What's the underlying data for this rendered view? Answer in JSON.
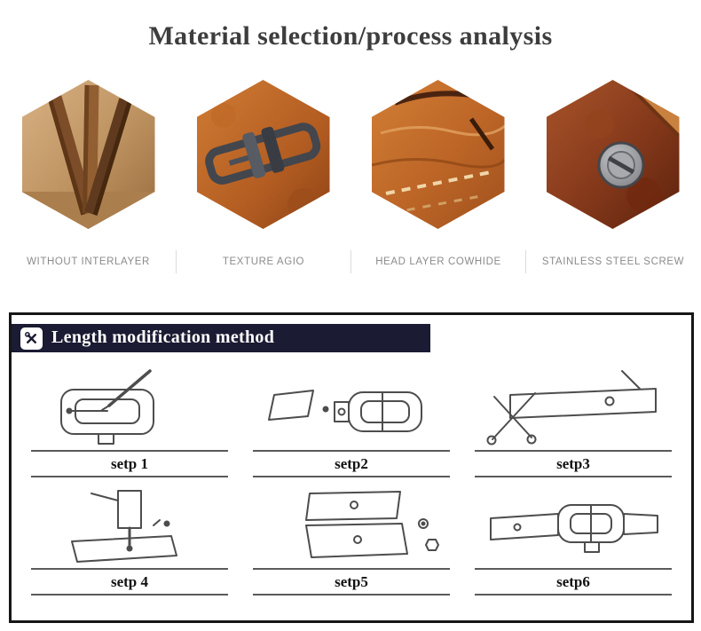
{
  "title": "Material selection/process analysis",
  "features": [
    {
      "label": "WITHOUT INTERLAYER",
      "image": "leather-layers-hexagon"
    },
    {
      "label": "TEXTURE AGIO",
      "image": "belt-buckle-hexagon"
    },
    {
      "label": "HEAD LAYER COWHIDE",
      "image": "cowhide-texture-hexagon"
    },
    {
      "label": "STAINLESS STEEL SCREW",
      "image": "steel-screw-hexagon"
    }
  ],
  "method_box": {
    "icon": "tools-icon",
    "header": "Length modification method",
    "steps": [
      {
        "label": "setp 1",
        "illustration": "awl-remove-pin-sketch"
      },
      {
        "label": "setp2",
        "illustration": "detached-buckle-sketch"
      },
      {
        "label": "setp3",
        "illustration": "scissors-cut-strap-sketch"
      },
      {
        "label": "setp 4",
        "illustration": "punch-hole-sketch"
      },
      {
        "label": "setp5",
        "illustration": "strap-pieces-screw-sketch"
      },
      {
        "label": "setp6",
        "illustration": "reassembled-belt-sketch"
      }
    ]
  },
  "colors": {
    "header_bg": "#1b1b33",
    "title_color": "#3d3d3d",
    "label_color": "#8b8b8b",
    "box_border": "#161616"
  }
}
